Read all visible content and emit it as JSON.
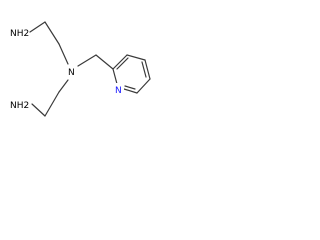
{
  "molecule": {
    "atoms": {
      "nh2_top": "NH2",
      "n_center": "N",
      "nh2_bottom": "NH2",
      "n_pyridine": "N"
    },
    "colors": {
      "bond": "#3a3a3a",
      "text": "#000000",
      "aromatic_nitrogen": "#1a1aff",
      "background": "#ffffff"
    }
  }
}
